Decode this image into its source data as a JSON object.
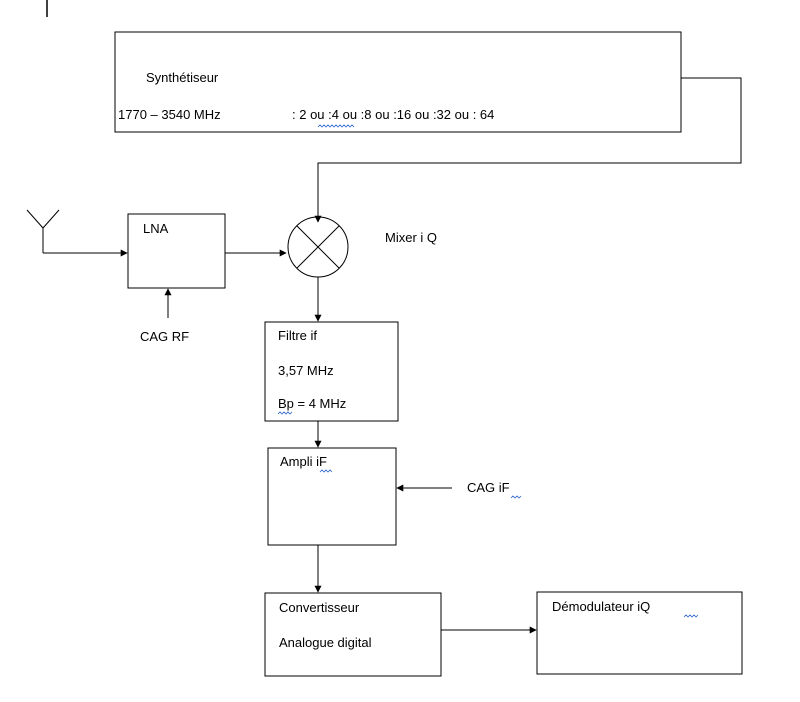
{
  "synthesizer": {
    "title": "Synthétiseur",
    "range": "1770 – 3540  MHz",
    "dividers": ":  2 ou  :4  ou :8  ou  :16  ou :32   ou : 64"
  },
  "lna": {
    "label": "LNA"
  },
  "cag_rf": {
    "label": "CAG  RF"
  },
  "mixer": {
    "label": "Mixer   i Q"
  },
  "filter": {
    "title": "Filtre if",
    "frequency": "3,57 MHz",
    "bandwidth": "Bp = 4 MHz"
  },
  "ampli": {
    "label": "Ampli iF"
  },
  "cag_if": {
    "label": "CAG  iF"
  },
  "converter": {
    "line1": "Convertisseur",
    "line2": "Analogue digital"
  },
  "demodulator": {
    "label": "Démodulateur  iQ"
  }
}
